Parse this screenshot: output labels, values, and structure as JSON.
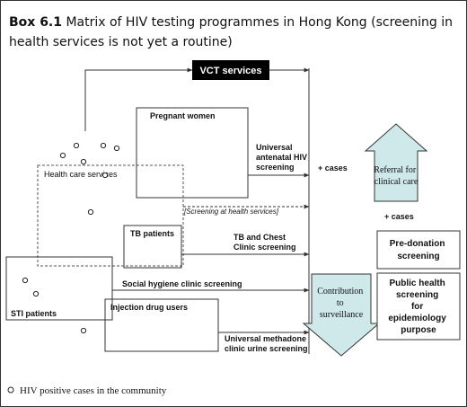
{
  "title": {
    "box_label": "Box 6.1",
    "text": "Matrix of HIV testing programmes in Hong Kong (screening in health services is not yet a routine)"
  },
  "nodes": {
    "vct": "VCT services",
    "pregnant": "Pregnant women",
    "antenatal": [
      "Universal",
      "antenatal HIV",
      "screening"
    ],
    "health_care": "Health care services",
    "screening_health": "[Screening at health services]",
    "tb_patients": "TB patients",
    "tb_clinic": [
      "TB and Chest",
      "Clinic screening"
    ],
    "social_hygiene": "Social hygiene clinic screening",
    "sti": "STI patients",
    "idu": "Injection drug users",
    "methadone": [
      "Universal methadone",
      "clinic urine screening"
    ],
    "cases_1": "+ cases",
    "cases_2": "+ cases",
    "referral": [
      "Referral for",
      "clinical care"
    ],
    "contribution": [
      "Contribution",
      "to",
      "surveillance"
    ],
    "pre_donation": [
      "Pre-donation",
      "screening"
    ],
    "public_health": [
      "Public health",
      "screening",
      "for",
      "epidemiology",
      "purpose"
    ]
  },
  "colors": {
    "arrow_fill": "#cfe8ea",
    "vct_fill": "#000000",
    "line": "#333333"
  },
  "legend": {
    "text": "HIV positive cases in the community"
  }
}
